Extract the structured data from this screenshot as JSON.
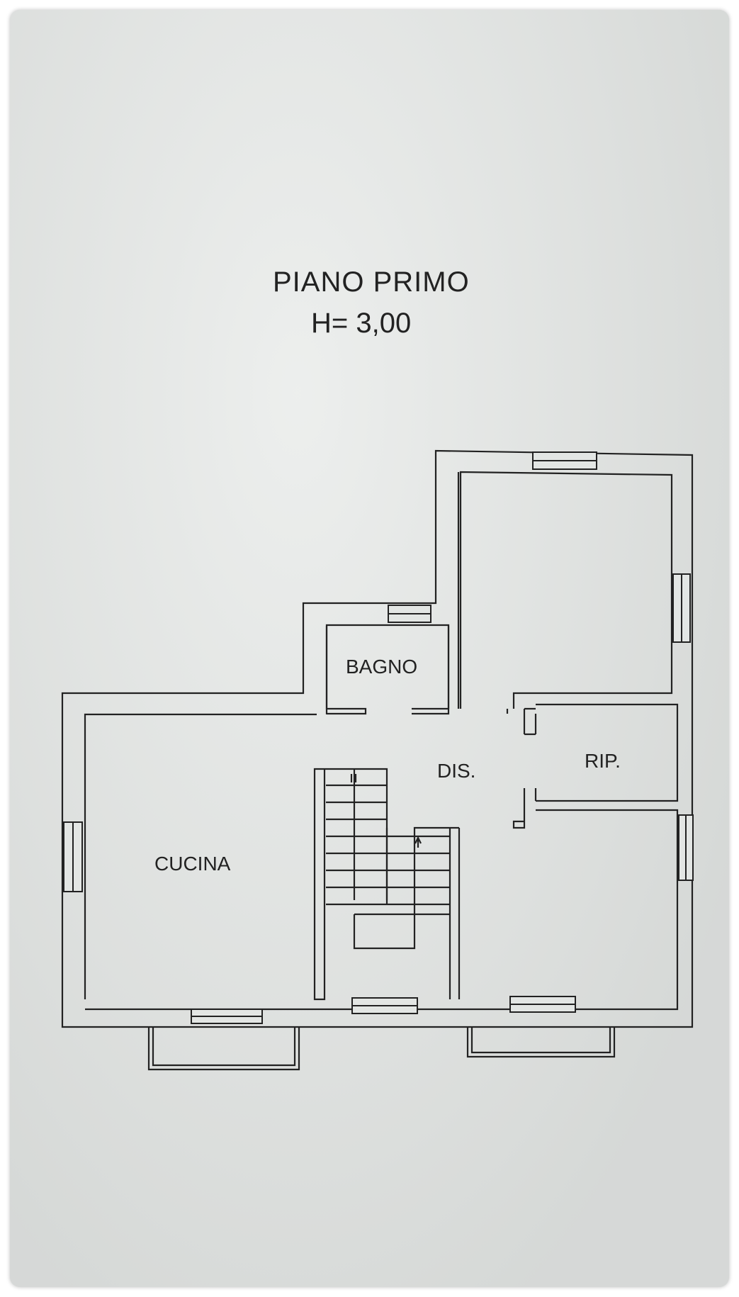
{
  "plan": {
    "title": "PIANO PRIMO",
    "height": "H= 3,00",
    "rooms": {
      "bagno": "BAGNO",
      "dis": "DIS.",
      "rip": "RIP.",
      "cucina": "CUCINA"
    }
  },
  "colors": {
    "paper": "#e3e6e4",
    "ink": "#222222"
  }
}
